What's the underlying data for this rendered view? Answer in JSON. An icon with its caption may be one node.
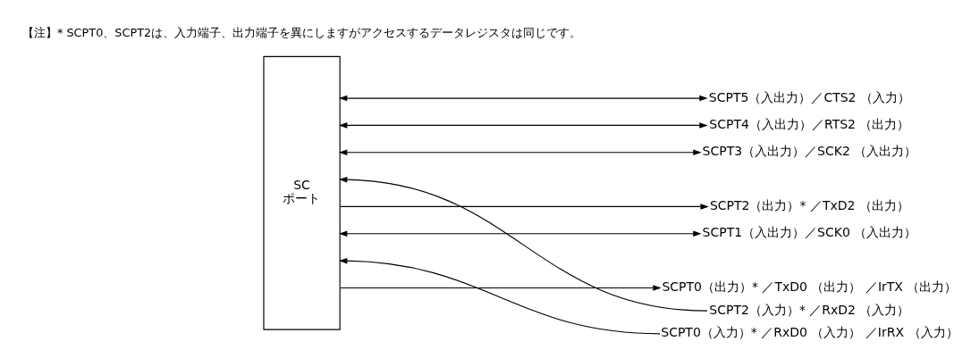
{
  "diagram": {
    "nodes": [
      {
        "text": [
          "SC ポート"
        ]
      },
      {
        "text": [
          "SCPT5（入出力）／CTS2 （入力）"
        ]
      },
      {
        "text": [
          "SCPT4（入出力）／RTS2 （出力）"
        ]
      },
      {
        "text": [
          "SCPT3（入出力）／SCK2 （入出力）"
        ]
      },
      {
        "text": [
          "SCPT2（入力）* ／RxD2 （入力）"
        ]
      },
      {
        "text": [
          "SCPT2（出力）* ／TxD2 （出力）"
        ]
      },
      {
        "text": [
          "SCPT1（入出力）／SCK0 （入出力）"
        ]
      },
      {
        "text": [
          "SCPT0（入力）* ／RxD0 （入力） ／IrRX （入力）"
        ]
      },
      {
        "text": [
          "SCPT0（出力）* ／TxD0 （出力） ／IrTX （出力）"
        ]
      }
    ],
    "edges": [
      {
        "from": 0,
        "to": 1,
        "arrow": "both"
      },
      {
        "from": 0,
        "to": 2,
        "arrow": "both"
      },
      {
        "from": 0,
        "to": 3,
        "arrow": "both"
      },
      {
        "from": 4,
        "to": 0,
        "arrow": "to"
      },
      {
        "from": 0,
        "to": 5,
        "arrow": "to"
      },
      {
        "from": 0,
        "to": 6,
        "arrow": "both"
      },
      {
        "from": 7,
        "to": 0,
        "arrow": "to"
      },
      {
        "from": 0,
        "to": 8,
        "arrow": "to"
      }
    ],
    "labels": [
      "【注】* SCPT0、SCPT2は、入力端子、出力端子を異にしますがアクセスするデータレジスタは同じです。"
    ]
  }
}
